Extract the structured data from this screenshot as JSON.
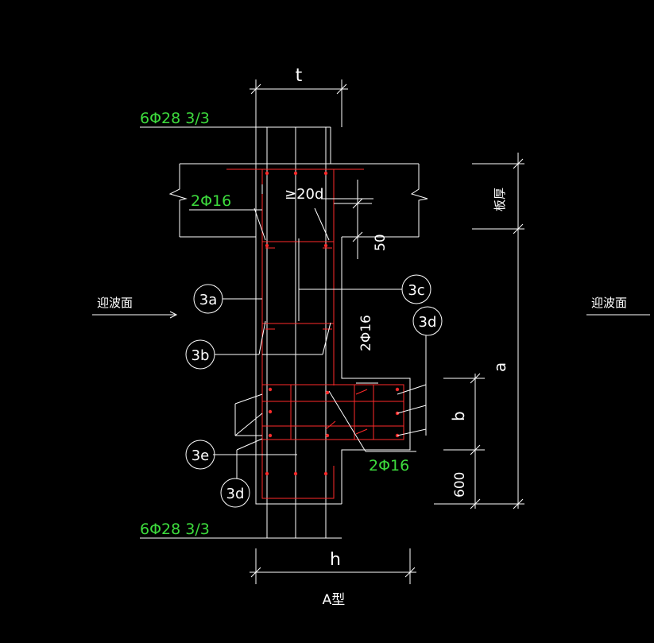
{
  "labels": {
    "dim_t": "t",
    "dim_h": "h",
    "dim_a": "a",
    "dim_b": "b",
    "dim_600": "600",
    "dim_50": "50",
    "slab_thickness": "板厚",
    "wave_face_left": "迎波面",
    "wave_face_right": "迎波面",
    "type_label": "A型",
    "anchor_len": "≥20d"
  },
  "rebar": {
    "main_top": "6Φ28 3/3",
    "main_bottom": "6Φ28 3/3",
    "slab_bar": "2Φ16",
    "vertical_bar": "2Φ16",
    "lower_bar": "2Φ16"
  },
  "callouts": {
    "c3a": "3a",
    "c3b": "3b",
    "c3c": "3c",
    "c3d_right": "3d",
    "c3e": "3e",
    "c3d_left": "3d"
  },
  "colors": {
    "background": "#000000",
    "structure_lines": "#ffffff",
    "rebar_lines": "#ff2a2a",
    "rebar_text": "#3ddc3d"
  }
}
